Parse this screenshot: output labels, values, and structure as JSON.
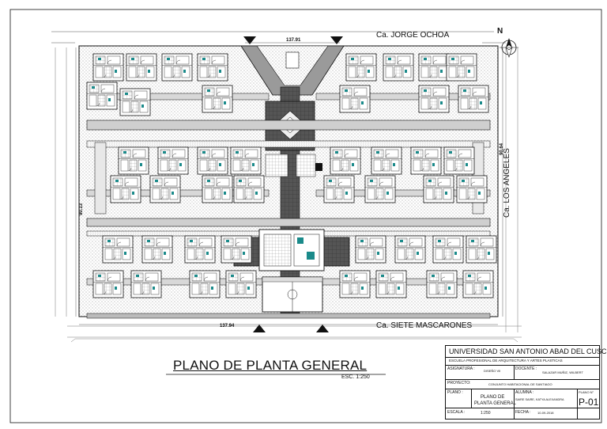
{
  "plan": {
    "title": "PLANO DE PLANTA GENERAL",
    "scale": "ESC. 1:250",
    "north_label": "N",
    "streets": {
      "north": "Ca. JORGE OCHOA",
      "east": "Ca. LOS ANGELES",
      "south": "Ca. SIETE MASCARONES"
    },
    "dimensions": {
      "top": "137.91",
      "bottom": "137.94",
      "left": "90.13",
      "right": "90.64"
    }
  },
  "title_block": {
    "university": "UNIVERSIDAD SAN ANTONIO ABAD DEL CUSCO",
    "school": "ESCUELA PROFESIONAL DE ARQUITECTURA Y ARTES PLASTICAS",
    "subject_label": "ASIGNATURA :",
    "subject": "DISEÑO VII",
    "teacher_label": "DOCENTE :",
    "teacher": "SALAZAR MUÑIZ, WILBERT",
    "project_label": "PROYECTO:",
    "project": "CONJUNTO HABITACIONAL DE SANTIAGO",
    "sheet_label": "PLANO :",
    "sheet_name_1": "PLANO DE",
    "sheet_name_2": "PLANTA GENERAL",
    "student_label": "ALUMNA :",
    "student": "SAIRE SAIRE, KATYA ALEXANDRA",
    "number_label": "PLANO N°",
    "number": "P-01",
    "scale_label": "ESCALA :",
    "scale": "1:250",
    "date_label": "FECHA :",
    "date": "10-09-2018"
  }
}
